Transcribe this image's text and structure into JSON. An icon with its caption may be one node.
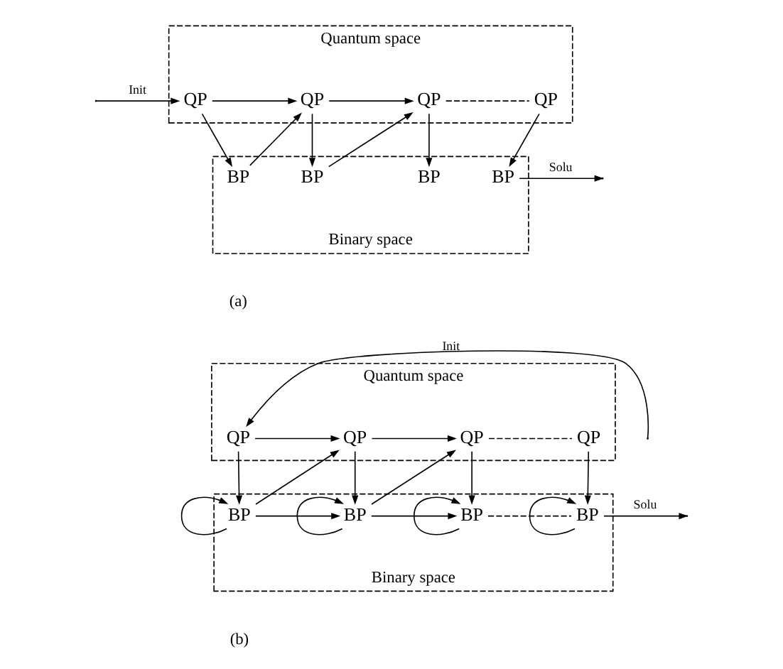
{
  "diagram": {
    "nodes": [
      {
        "text": [
          "Quantum space"
        ]
      },
      {
        "text": [
          "QP"
        ],
        "in": 0
      },
      {
        "text": [
          "QP"
        ],
        "in": 0
      },
      {
        "text": [
          "QP"
        ],
        "in": 0
      },
      {
        "text": [
          "QP"
        ],
        "in": 0
      },
      {
        "text": [
          "Binary space"
        ]
      },
      {
        "text": [
          "BP"
        ],
        "in": 5
      },
      {
        "text": [
          "BP"
        ],
        "in": 5
      },
      {
        "text": [
          "BP"
        ],
        "in": 5
      },
      {
        "text": [
          "BP"
        ],
        "in": 5
      },
      {
        "text": [
          "Quantum space"
        ]
      },
      {
        "text": [
          "QP"
        ],
        "in": 10
      },
      {
        "text": [
          "QP"
        ],
        "in": 10
      },
      {
        "text": [
          "QP"
        ],
        "in": 10
      },
      {
        "text": [
          "QP"
        ],
        "in": 10
      },
      {
        "text": [
          "Binary space"
        ]
      },
      {
        "text": [
          "BP"
        ],
        "in": 15
      },
      {
        "text": [
          "BP"
        ],
        "in": 15
      },
      {
        "text": [
          "BP"
        ],
        "in": 15
      },
      {
        "text": [
          "BP"
        ],
        "in": 15
      }
    ],
    "edges": [
      {
        "from": null,
        "to": 1,
        "arrow": "to",
        "label": "Init"
      },
      {
        "from": 1,
        "to": 2,
        "arrow": "to"
      },
      {
        "from": 2,
        "to": 3,
        "arrow": "to"
      },
      {
        "from": 3,
        "to": 4,
        "arrow": "none",
        "style": "dashed"
      },
      {
        "from": 1,
        "to": 6,
        "arrow": "to"
      },
      {
        "from": 2,
        "to": 7,
        "arrow": "to"
      },
      {
        "from": 3,
        "to": 8,
        "arrow": "to"
      },
      {
        "from": 4,
        "to": 9,
        "arrow": "to"
      },
      {
        "from": 6,
        "to": 2,
        "arrow": "to"
      },
      {
        "from": 7,
        "to": 3,
        "arrow": "to"
      },
      {
        "from": 9,
        "to": null,
        "arrow": "to",
        "label": "Solu"
      },
      {
        "from": null,
        "to": 11,
        "arrow": "to",
        "label": "Init"
      },
      {
        "from": 11,
        "to": 12,
        "arrow": "to"
      },
      {
        "from": 12,
        "to": 13,
        "arrow": "to"
      },
      {
        "from": 13,
        "to": 14,
        "arrow": "none",
        "style": "dashed"
      },
      {
        "from": 11,
        "to": 16,
        "arrow": "to"
      },
      {
        "from": 12,
        "to": 17,
        "arrow": "to"
      },
      {
        "from": 13,
        "to": 18,
        "arrow": "to"
      },
      {
        "from": 14,
        "to": 19,
        "arrow": "to"
      },
      {
        "from": 16,
        "to": 12,
        "arrow": "to"
      },
      {
        "from": 17,
        "to": 13,
        "arrow": "to"
      },
      {
        "from": 16,
        "to": 17,
        "arrow": "to"
      },
      {
        "from": 17,
        "to": 18,
        "arrow": "to"
      },
      {
        "from": 18,
        "to": 19,
        "arrow": "none",
        "style": "dashed"
      },
      {
        "from": 16,
        "to": 16,
        "arrow": "to"
      },
      {
        "from": 17,
        "to": 17,
        "arrow": "to"
      },
      {
        "from": 18,
        "to": 18,
        "arrow": "to"
      },
      {
        "from": 19,
        "to": 19,
        "arrow": "to"
      },
      {
        "from": 19,
        "to": null,
        "arrow": "to",
        "label": "Solu"
      }
    ],
    "labels": [
      "(a)",
      "(b)"
    ]
  }
}
